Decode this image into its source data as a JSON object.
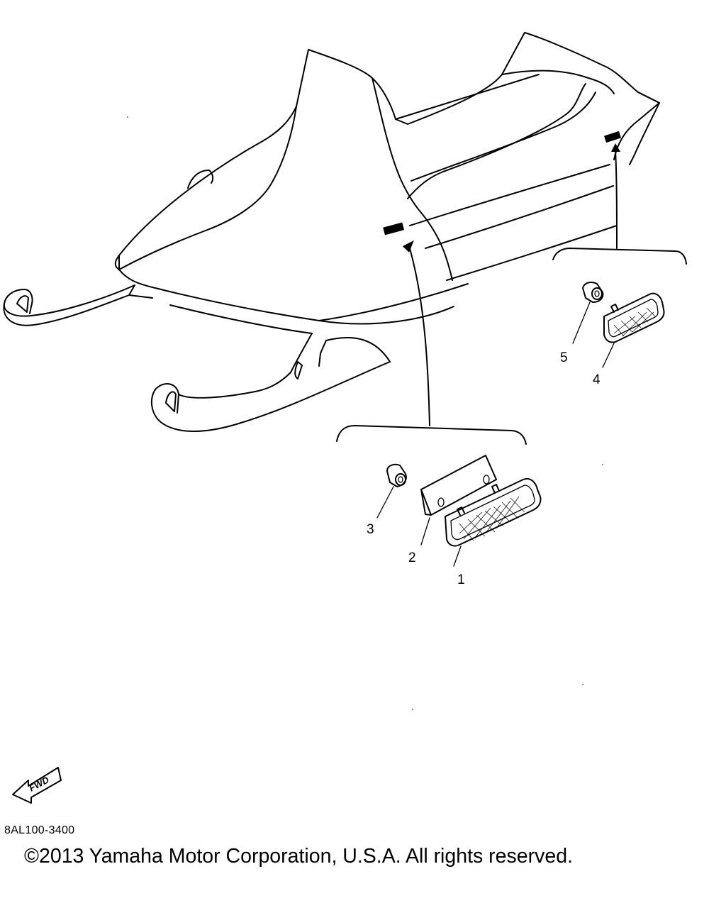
{
  "diagram": {
    "part_callouts": [
      {
        "number": "1",
        "part": "reflector"
      },
      {
        "number": "2",
        "part": "reflector-base"
      },
      {
        "number": "3",
        "part": "nut"
      },
      {
        "number": "4",
        "part": "reflector"
      },
      {
        "number": "5",
        "part": "nut"
      }
    ],
    "direction_indicator": {
      "label": "FWD",
      "icon": "fwd-arrow-icon"
    },
    "drawing_code": "8AL100-3400",
    "copyright": "©2013 Yamaha Motor Corporation, U.S.A. All rights reserved."
  }
}
